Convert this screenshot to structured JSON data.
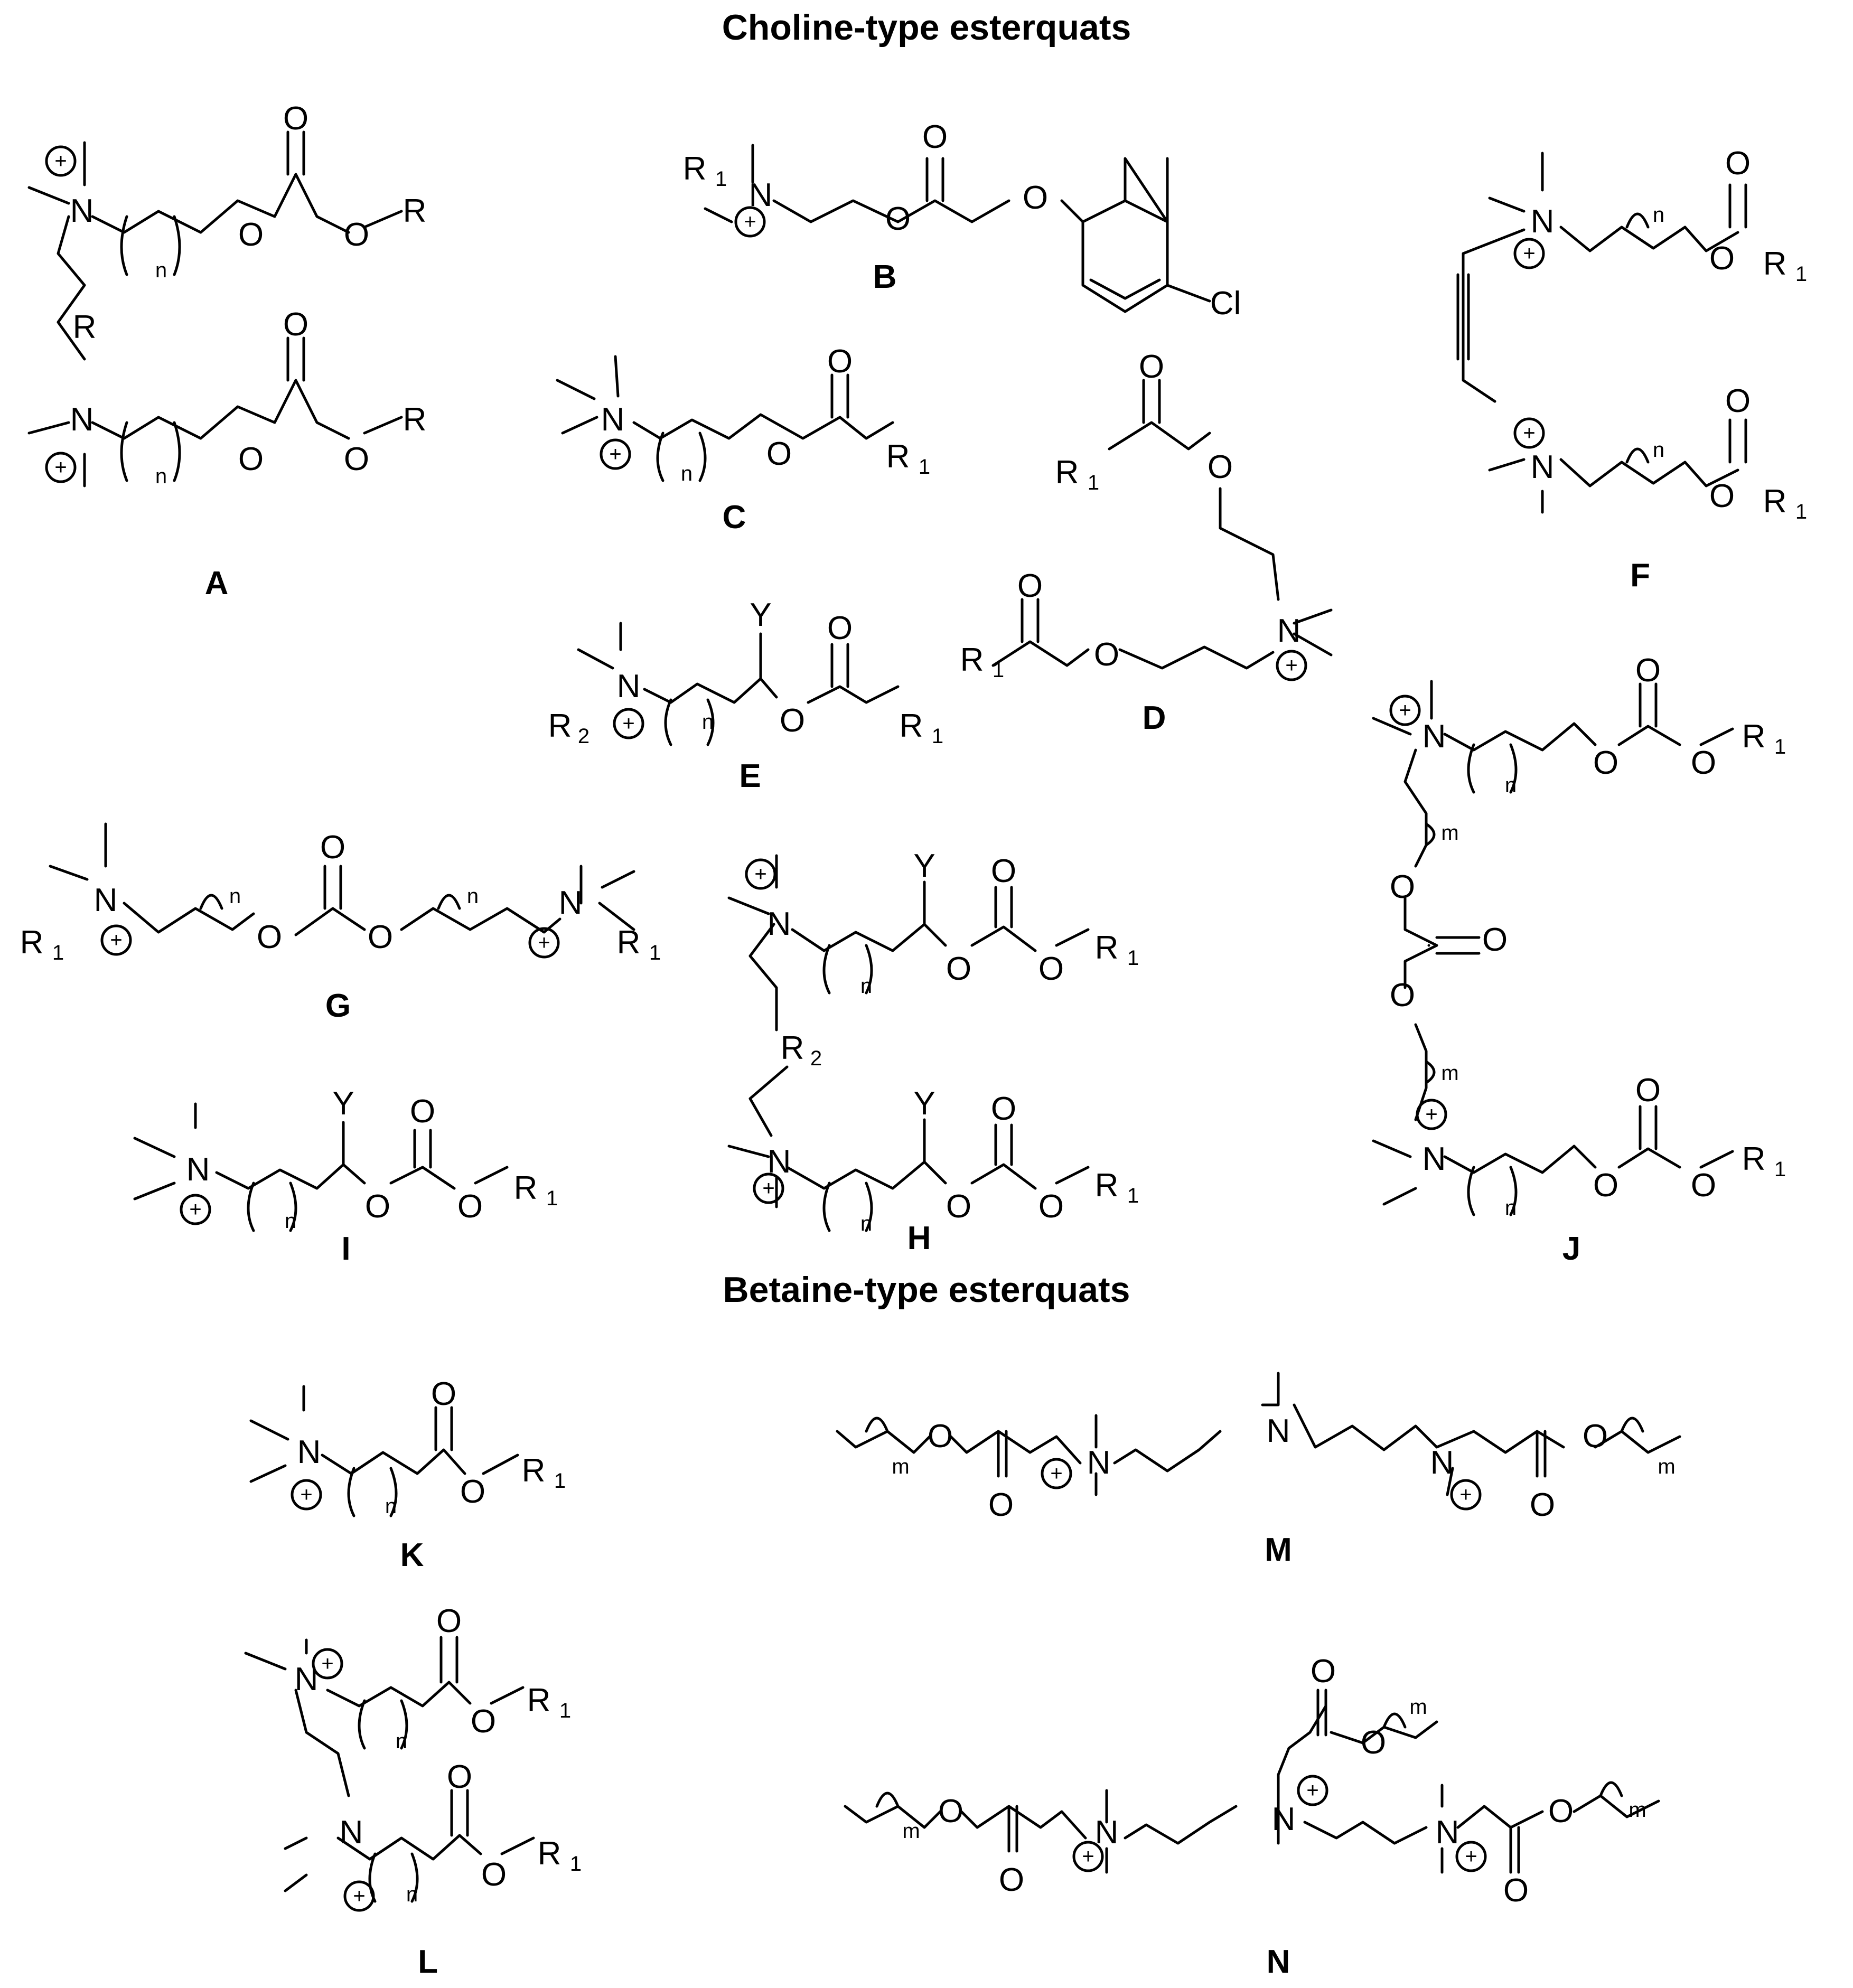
{
  "figure": {
    "headers": {
      "choline": "Choline-type esterquats",
      "betaine": "Betaine-type esterquats"
    },
    "structures": [
      {
        "id": "A",
        "label": "A"
      },
      {
        "id": "B",
        "label": "B"
      },
      {
        "id": "C",
        "label": "C"
      },
      {
        "id": "D",
        "label": "D"
      },
      {
        "id": "E",
        "label": "E"
      },
      {
        "id": "F",
        "label": "F"
      },
      {
        "id": "G",
        "label": "G"
      },
      {
        "id": "H",
        "label": "H"
      },
      {
        "id": "I",
        "label": "I"
      },
      {
        "id": "J",
        "label": "J"
      },
      {
        "id": "K",
        "label": "K"
      },
      {
        "id": "L",
        "label": "L"
      },
      {
        "id": "M",
        "label": "M"
      },
      {
        "id": "N",
        "label": "N"
      }
    ],
    "atoms": {
      "N": "N",
      "O": "O",
      "R": "R",
      "Cl": "Cl",
      "Y": "Y",
      "R1": "R",
      "R2": "R",
      "sub1": "1",
      "sub2": "2",
      "n": "n",
      "m": "m",
      "plus": "+"
    }
  }
}
